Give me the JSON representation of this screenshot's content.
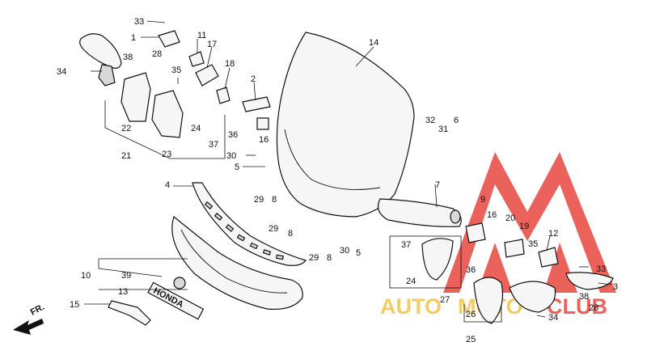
{
  "direction_label": "FR.",
  "watermark": {
    "part1": "AUTO",
    "part2": "MOTO",
    "part3": "CLUB",
    "color_red": "#e8473f",
    "color_gold": "#f3c44b"
  },
  "emblem_text": "HONDA",
  "callouts": [
    {
      "id": "c33a",
      "text": "33"
    },
    {
      "id": "c1",
      "text": "1"
    },
    {
      "id": "c11",
      "text": "11"
    },
    {
      "id": "c17",
      "text": "17"
    },
    {
      "id": "c38a",
      "text": "38"
    },
    {
      "id": "c28a",
      "text": "28"
    },
    {
      "id": "c34a",
      "text": "34"
    },
    {
      "id": "c35a",
      "text": "35"
    },
    {
      "id": "c18",
      "text": "18"
    },
    {
      "id": "c2",
      "text": "2"
    },
    {
      "id": "c14",
      "text": "14"
    },
    {
      "id": "c36a",
      "text": "36"
    },
    {
      "id": "c16a",
      "text": "16"
    },
    {
      "id": "c22",
      "text": "22"
    },
    {
      "id": "c21",
      "text": "21"
    },
    {
      "id": "c24a",
      "text": "24"
    },
    {
      "id": "c37a",
      "text": "37"
    },
    {
      "id": "c23",
      "text": "23"
    },
    {
      "id": "c30a",
      "text": "30"
    },
    {
      "id": "c5a",
      "text": "5"
    },
    {
      "id": "c32",
      "text": "32"
    },
    {
      "id": "c31",
      "text": "31"
    },
    {
      "id": "c6",
      "text": "6"
    },
    {
      "id": "c4",
      "text": "4"
    },
    {
      "id": "c29a",
      "text": "29"
    },
    {
      "id": "c8a",
      "text": "8"
    },
    {
      "id": "c7",
      "text": "7"
    },
    {
      "id": "c29b",
      "text": "29"
    },
    {
      "id": "c8b",
      "text": "8"
    },
    {
      "id": "c9",
      "text": "9"
    },
    {
      "id": "c16b",
      "text": "16"
    },
    {
      "id": "c20",
      "text": "20"
    },
    {
      "id": "c19",
      "text": "19"
    },
    {
      "id": "c12",
      "text": "12"
    },
    {
      "id": "c29c",
      "text": "29"
    },
    {
      "id": "c8c",
      "text": "8"
    },
    {
      "id": "c30b",
      "text": "30"
    },
    {
      "id": "c5b",
      "text": "5"
    },
    {
      "id": "c37b",
      "text": "37"
    },
    {
      "id": "c35b",
      "text": "35"
    },
    {
      "id": "c36b",
      "text": "36"
    },
    {
      "id": "c33b",
      "text": "33"
    },
    {
      "id": "c10",
      "text": "10"
    },
    {
      "id": "c39",
      "text": "39"
    },
    {
      "id": "c24b",
      "text": "24"
    },
    {
      "id": "c13",
      "text": "13"
    },
    {
      "id": "c3",
      "text": "3"
    },
    {
      "id": "c15",
      "text": "15"
    },
    {
      "id": "c27",
      "text": "27"
    },
    {
      "id": "c38b",
      "text": "38"
    },
    {
      "id": "c26",
      "text": "26"
    },
    {
      "id": "c28b",
      "text": "28"
    },
    {
      "id": "c34b",
      "text": "34"
    },
    {
      "id": "c25",
      "text": "25"
    }
  ]
}
